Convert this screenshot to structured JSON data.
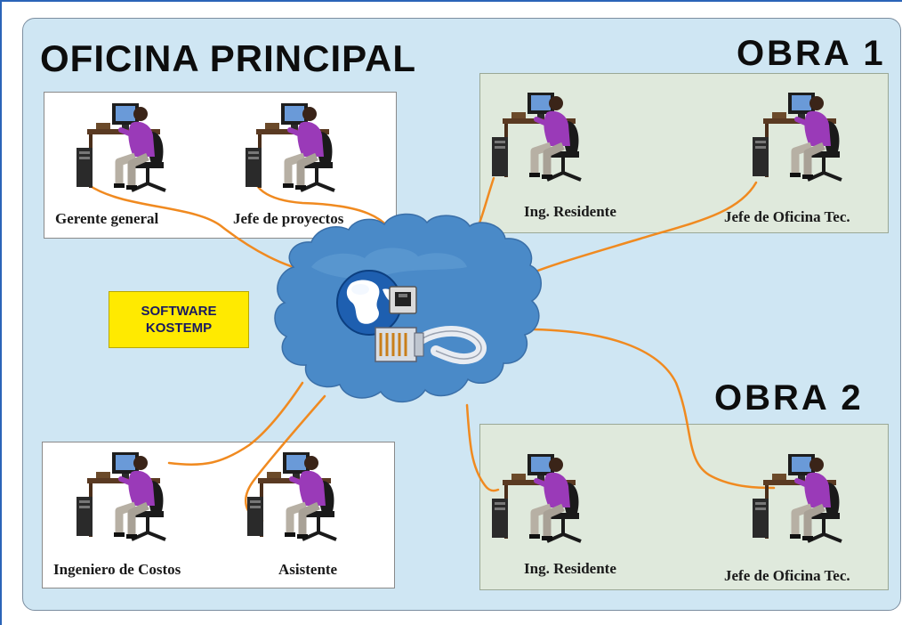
{
  "titles": {
    "main": "OFICINA PRINCIPAL",
    "obra1": "OBRA  1",
    "obra2": "OBRA  2"
  },
  "software": {
    "line1": "SOFTWARE",
    "line2": "KOSTEMP"
  },
  "nodes": {
    "oficina_top": [
      "Gerente general",
      "Jefe de proyectos"
    ],
    "oficina_bottom": [
      "Ingeniero de Costos",
      "Asistente"
    ],
    "obra1": [
      "Ing. Residente",
      "Jefe de Oficina Tec."
    ],
    "obra2": [
      "Ing. Residente",
      "Jefe de Oficina Tec."
    ]
  },
  "colors": {
    "background": "#cfe6f3",
    "cloud": "#4a8ac8",
    "cable": "#f08a20",
    "badge": "#ffea00",
    "workstation_shirt": "#9a3ab8"
  },
  "icons": [
    "globe-icon",
    "network-cable-icon",
    "workstation-icon"
  ]
}
